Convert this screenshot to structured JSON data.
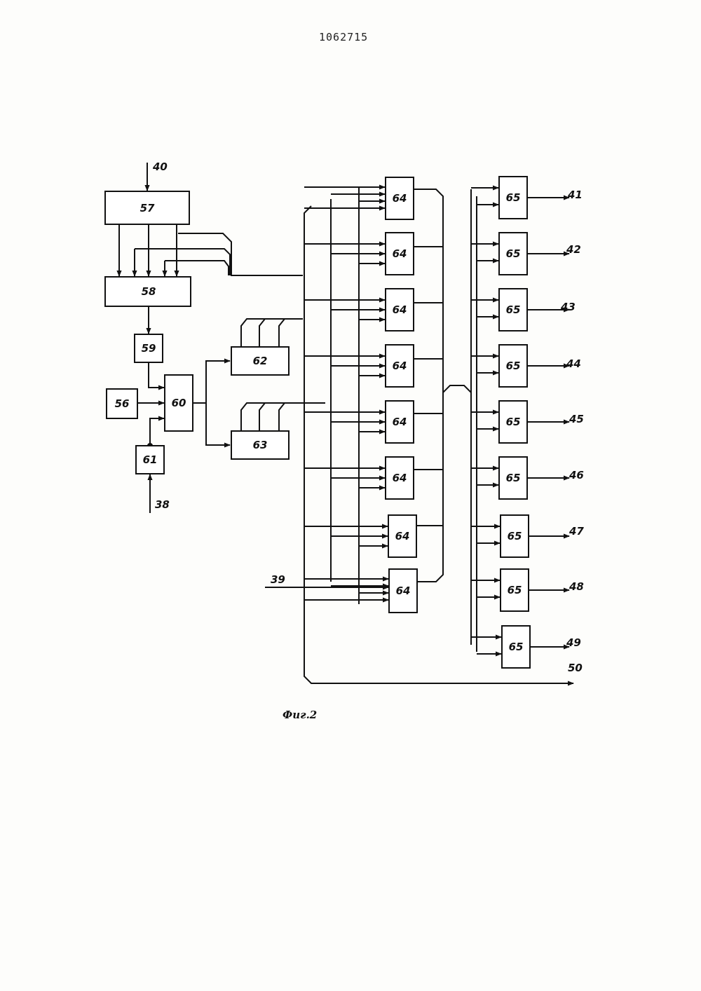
{
  "document": {
    "number": "1062715",
    "figure_caption": "Фиг.2"
  },
  "blocks": {
    "b57": "57",
    "b58": "58",
    "b59": "59",
    "b56": "56",
    "b60": "60",
    "b61": "61",
    "b62": "62",
    "b63": "63",
    "b64": [
      "64",
      "64",
      "64",
      "64",
      "64",
      "64",
      "64",
      "64"
    ],
    "b65": [
      "65",
      "65",
      "65",
      "65",
      "65",
      "65",
      "65",
      "65",
      "65"
    ]
  },
  "signals": {
    "in_40": "40",
    "in_38": "38",
    "in_39": "39",
    "outputs": [
      "41",
      "42",
      "43",
      "44",
      "45",
      "46",
      "47",
      "48",
      "49"
    ],
    "out_50": "50"
  }
}
